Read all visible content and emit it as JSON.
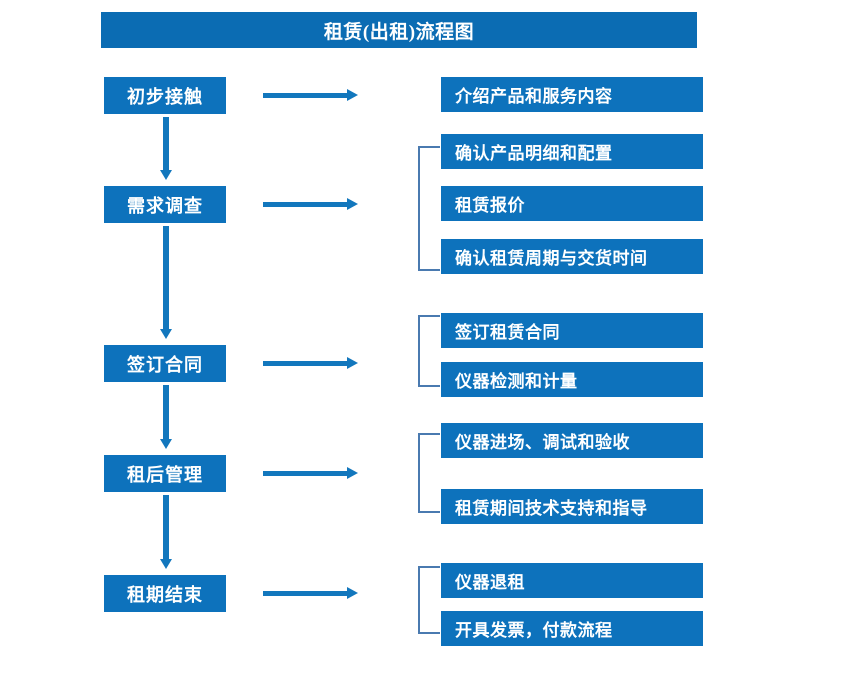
{
  "title": "租赁(出租)流程图",
  "colors": {
    "box_fill": "#0d72bc",
    "title_fill": "#0b6cb3",
    "arrow": "#1277bd",
    "bracket": "#4a7ab0",
    "text": "#ffffff",
    "background": "#ffffff"
  },
  "stages": [
    {
      "label": "初步接触"
    },
    {
      "label": "需求调查"
    },
    {
      "label": "签订合同"
    },
    {
      "label": "租后管理"
    },
    {
      "label": "租期结束"
    }
  ],
  "details": [
    {
      "label": "介绍产品和服务内容"
    },
    {
      "label": "确认产品明细和配置"
    },
    {
      "label": "租赁报价"
    },
    {
      "label": "确认租赁周期与交货时间"
    },
    {
      "label": "签订租赁合同"
    },
    {
      "label": "仪器检测和计量"
    },
    {
      "label": "仪器进场、调试和验收"
    },
    {
      "label": "租赁期间技术支持和指导"
    },
    {
      "label": "仪器退租"
    },
    {
      "label": "开具发票，付款流程"
    }
  ]
}
